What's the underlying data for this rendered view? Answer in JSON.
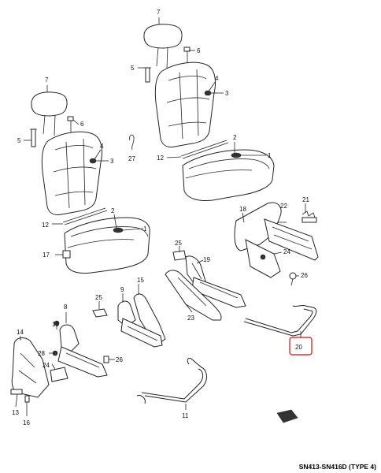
{
  "diagram": {
    "caption": "SN413-SN416D (TYPE 4)",
    "highlight_color": "#cc1111",
    "callouts": [
      {
        "id": "c7a",
        "label": "7"
      },
      {
        "id": "c6a",
        "label": "6"
      },
      {
        "id": "c5a",
        "label": "5"
      },
      {
        "id": "c4a",
        "label": "4"
      },
      {
        "id": "c3a",
        "label": "3"
      },
      {
        "id": "c2a",
        "label": "2"
      },
      {
        "id": "c1a",
        "label": "1"
      },
      {
        "id": "c12a",
        "label": "12"
      },
      {
        "id": "c27",
        "label": "27"
      },
      {
        "id": "c7b",
        "label": "7"
      },
      {
        "id": "c6b",
        "label": "6"
      },
      {
        "id": "c5b",
        "label": "5"
      },
      {
        "id": "c4b",
        "label": "4"
      },
      {
        "id": "c3b",
        "label": "3"
      },
      {
        "id": "c2b",
        "label": "2"
      },
      {
        "id": "c1b",
        "label": "1"
      },
      {
        "id": "c12b",
        "label": "12"
      },
      {
        "id": "c17",
        "label": "17"
      },
      {
        "id": "c18",
        "label": "18"
      },
      {
        "id": "c21",
        "label": "21"
      },
      {
        "id": "c22",
        "label": "22"
      },
      {
        "id": "c24a",
        "label": "24"
      },
      {
        "id": "c26a",
        "label": "26"
      },
      {
        "id": "c25a",
        "label": "25"
      },
      {
        "id": "c19",
        "label": "19"
      },
      {
        "id": "c15",
        "label": "15"
      },
      {
        "id": "c9",
        "label": "9"
      },
      {
        "id": "c25b",
        "label": "25"
      },
      {
        "id": "c23",
        "label": "23"
      },
      {
        "id": "c20",
        "label": "20"
      },
      {
        "id": "c8",
        "label": "8"
      },
      {
        "id": "c10",
        "label": "10"
      },
      {
        "id": "c14",
        "label": "14"
      },
      {
        "id": "c28",
        "label": "28"
      },
      {
        "id": "c24b",
        "label": "24"
      },
      {
        "id": "c26b",
        "label": "26"
      },
      {
        "id": "c11",
        "label": "11"
      },
      {
        "id": "c13",
        "label": "13"
      },
      {
        "id": "c16",
        "label": "16"
      }
    ]
  }
}
